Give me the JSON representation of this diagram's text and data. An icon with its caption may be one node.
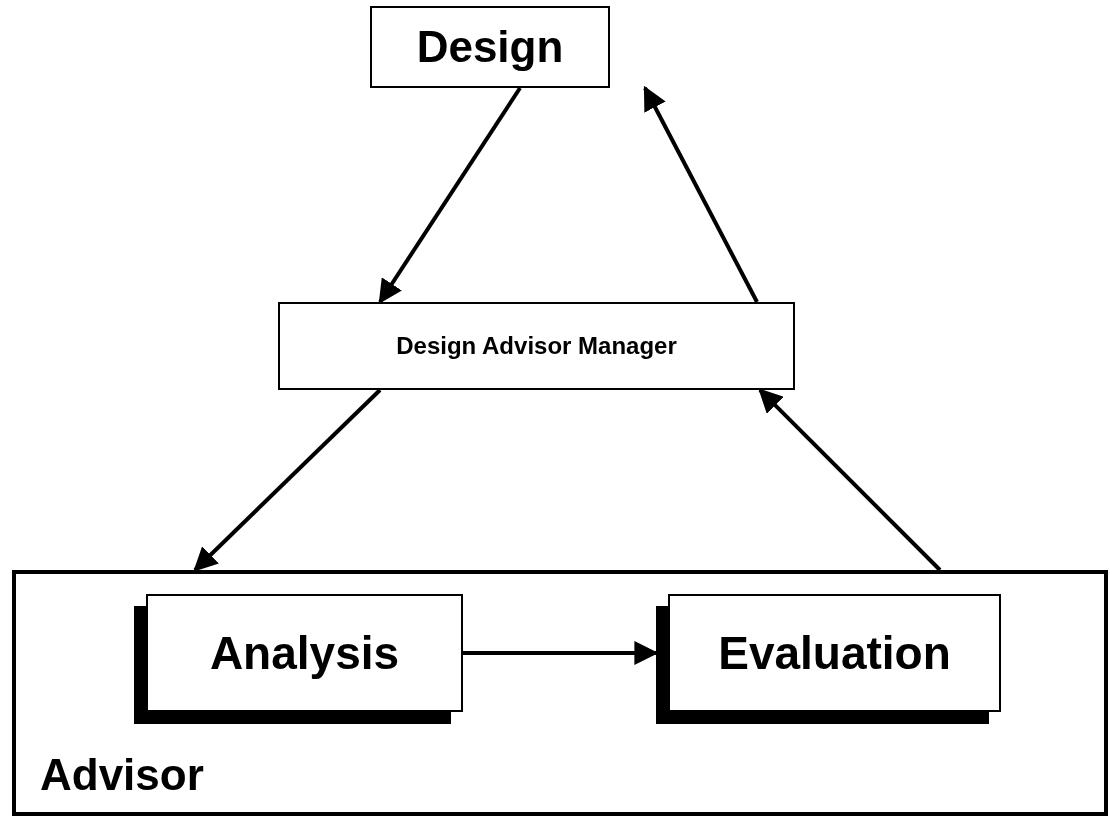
{
  "diagram": {
    "nodes": [
      {
        "text": [
          "Design"
        ]
      },
      {
        "text": [
          "Design Advisor Manager"
        ]
      },
      {
        "text": [
          "Advisor"
        ]
      },
      {
        "text": [
          "Analysis"
        ],
        "in": 2
      },
      {
        "text": [
          "Evaluation"
        ],
        "in": 2
      }
    ],
    "edges": [
      {
        "from": 0,
        "to": 1,
        "arrow": "to"
      },
      {
        "from": 1,
        "to": 0,
        "arrow": "to"
      },
      {
        "from": 1,
        "to": 2,
        "arrow": "to"
      },
      {
        "from": 2,
        "to": 1,
        "arrow": "to"
      },
      {
        "from": 3,
        "to": 4,
        "arrow": "to"
      }
    ]
  }
}
